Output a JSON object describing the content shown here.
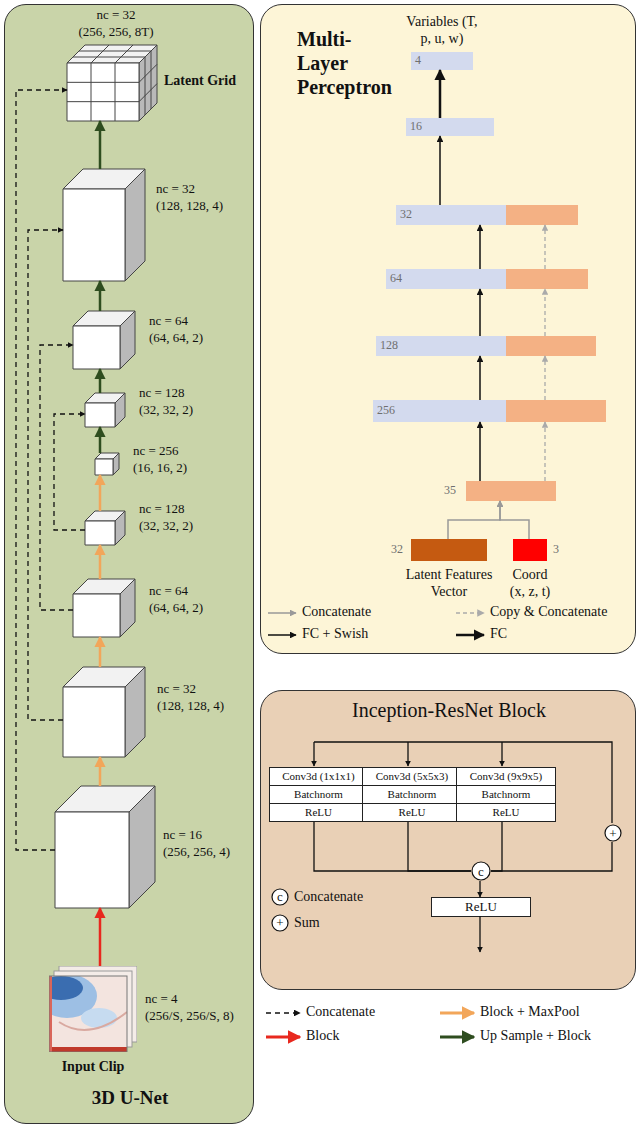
{
  "diagram": {
    "nodes": [
      {
        "text": [
          "3D U-Net"
        ]
      },
      {
        "text": [
          "nc = 32",
          "(256, 256, 8T)",
          "Latent Grid"
        ],
        "in": 0
      },
      {
        "text": [
          "nc = 32",
          "(128, 128, 4)"
        ],
        "in": 0
      },
      {
        "text": [
          "nc = 64",
          "(64, 64, 2)"
        ],
        "in": 0
      },
      {
        "text": [
          "nc = 128",
          "(32, 32, 2)"
        ],
        "in": 0
      },
      {
        "text": [
          "nc = 256",
          "(16, 16, 2)"
        ],
        "in": 0
      },
      {
        "text": [
          "nc = 128",
          "(32, 32, 2)"
        ],
        "in": 0
      },
      {
        "text": [
          "nc = 64",
          "(64, 64, 2)"
        ],
        "in": 0
      },
      {
        "text": [
          "nc = 32",
          "(128, 128, 4)"
        ],
        "in": 0
      },
      {
        "text": [
          "nc = 16",
          "(256, 256, 4)"
        ],
        "in": 0
      },
      {
        "text": [
          "nc = 4",
          "(256/S, 256/S, 8)",
          "Input Clip"
        ],
        "in": 0
      },
      {
        "text": [
          "Multi-Layer Perceptron"
        ]
      },
      {
        "text": [
          "Variables (T, p, u, w)",
          "4"
        ],
        "in": 11
      },
      {
        "text": [
          "16"
        ],
        "in": 11
      },
      {
        "text": [
          "32"
        ],
        "in": 11
      },
      {
        "text": [
          "64"
        ],
        "in": 11
      },
      {
        "text": [
          "128"
        ],
        "in": 11
      },
      {
        "text": [
          "256"
        ],
        "in": 11
      },
      {
        "text": [
          "35"
        ],
        "in": 11
      },
      {
        "text": [
          "32",
          "Latent Features Vector"
        ],
        "in": 11
      },
      {
        "text": [
          "3",
          "Coord (x, z, t)"
        ],
        "in": 11
      },
      {
        "text": [
          "Inception-ResNet Block"
        ]
      },
      {
        "text": [
          "Conv3d (1x1x1)",
          "Batchnorm",
          "ReLU"
        ],
        "in": 21
      },
      {
        "text": [
          "Conv3d (5x5x3)",
          "Batchnorm",
          "ReLU"
        ],
        "in": 21
      },
      {
        "text": [
          "Conv3d (9x9x5)",
          "Batchnorm",
          "ReLU"
        ],
        "in": 21
      },
      {
        "text": [
          "+"
        ],
        "in": 21
      },
      {
        "text": [
          "c"
        ],
        "in": 21
      },
      {
        "text": [
          "ReLU"
        ],
        "in": 21
      }
    ],
    "edges": [
      {
        "from": 10,
        "to": 9,
        "arrow": "to"
      },
      {
        "from": 9,
        "to": 8,
        "arrow": "to"
      },
      {
        "from": 8,
        "to": 7,
        "arrow": "to"
      },
      {
        "from": 7,
        "to": 6,
        "arrow": "to"
      },
      {
        "from": 6,
        "to": 5,
        "arrow": "to"
      },
      {
        "from": 5,
        "to": 4,
        "arrow": "to"
      },
      {
        "from": 4,
        "to": 3,
        "arrow": "to"
      },
      {
        "from": 3,
        "to": 2,
        "arrow": "to"
      },
      {
        "from": 2,
        "to": 1,
        "arrow": "to"
      },
      {
        "from": 9,
        "to": 1,
        "arrow": "to"
      },
      {
        "from": 8,
        "to": 2,
        "arrow": "to"
      },
      {
        "from": 7,
        "to": 3,
        "arrow": "to"
      },
      {
        "from": 6,
        "to": 4,
        "arrow": "to"
      },
      {
        "from": 18,
        "to": 17,
        "arrow": "to"
      },
      {
        "from": 17,
        "to": 16,
        "arrow": "to"
      },
      {
        "from": 16,
        "to": 15,
        "arrow": "to"
      },
      {
        "from": 15,
        "to": 14,
        "arrow": "to"
      },
      {
        "from": 14,
        "to": 13,
        "arrow": "to"
      },
      {
        "from": 13,
        "to": 12,
        "arrow": "to"
      },
      {
        "from": 18,
        "to": 17,
        "arrow": "to"
      },
      {
        "from": 17,
        "to": 16,
        "arrow": "to"
      },
      {
        "from": 16,
        "to": 15,
        "arrow": "to"
      },
      {
        "from": 15,
        "to": 14,
        "arrow": "to"
      },
      {
        "from": 19,
        "to": 18,
        "arrow": "to"
      },
      {
        "from": 20,
        "to": 18,
        "arrow": "to"
      },
      {
        "from": 22,
        "to": 26,
        "arrow": "none"
      },
      {
        "from": 23,
        "to": 26,
        "arrow": "none"
      },
      {
        "from": 24,
        "to": 26,
        "arrow": "none"
      },
      {
        "from": 25,
        "to": 26,
        "arrow": "none"
      },
      {
        "from": 26,
        "to": 27,
        "arrow": "to"
      }
    ],
    "labels": [
      "c",
      "+"
    ],
    "legend": [
      {
        "text": "Concatenate"
      },
      {
        "text": "Copy & Concatenate"
      },
      {
        "text": "FC + Swish"
      },
      {
        "text": "FC"
      },
      {
        "text": "Concatenate"
      },
      {
        "text": "Sum"
      },
      {
        "text": "Concatenate"
      },
      {
        "text": "Block + MaxPool"
      },
      {
        "text": "Block"
      },
      {
        "text": "Up Sample + Block"
      }
    ]
  }
}
